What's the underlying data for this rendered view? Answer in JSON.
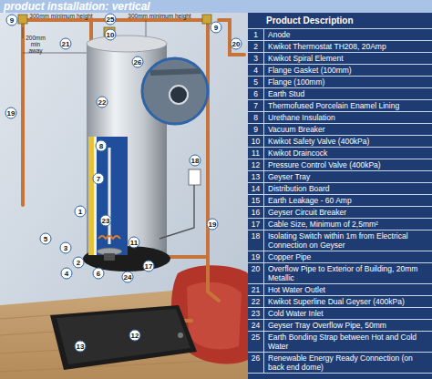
{
  "diagram": {
    "title": "product installation: vertical",
    "labels": [
      "Product Description",
      "1",
      "Anode",
      "2",
      "Kwikot Thermostat TH208, 20Amp",
      "3",
      "Kwikot Spiral Element",
      "4",
      "Flange Gasket (100mm)",
      "5",
      "Flange (100mm)",
      "6",
      "Earth Stud",
      "7",
      "Thermofused Porcelain Enamel Lining",
      "8",
      "Urethane Insulation",
      "9",
      "Vacuum Breaker",
      "10",
      "Kwikot Safety Valve (400kPa)",
      "11",
      "Kwikot Draincock",
      "12",
      "Pressure Control Valve (400kPa)",
      "13",
      "Geyser Tray",
      "14",
      "Distribution Board",
      "15",
      "Earth Leakage - 60 Amp",
      "16",
      "Geyser Circuit Breaker",
      "17",
      "Cable Size, Minimum of 2,5mm²",
      "18",
      "Isolating Switch within 1m from Electrical Connection on Geyser",
      "19",
      "Copper Pipe",
      "20",
      "Overflow Pipe to Exterior of Building, 20mm Metallic",
      "21",
      "Hot Water Outlet",
      "22",
      "Kwikot Superline Dual Geyser (400kPa)",
      "23",
      "Cold Water Inlet",
      "24",
      "Geyser Tray Overflow Pipe, 50mm",
      "25",
      "Earth Bonding Strap between Hot and Cold Water",
      "26",
      "Renewable Energy Ready Connection (on back end dome)",
      "9",
      "25",
      "9",
      "20",
      "21",
      "10",
      "26",
      "19",
      "22",
      "8",
      "18",
      "19",
      "7",
      "1",
      "23",
      "5",
      "3",
      "2",
      "4",
      "6",
      "11",
      "17",
      "24",
      "12",
      "13",
      "300mm minimum height",
      "300mm minimum height",
      "200mm min away"
    ]
  }
}
